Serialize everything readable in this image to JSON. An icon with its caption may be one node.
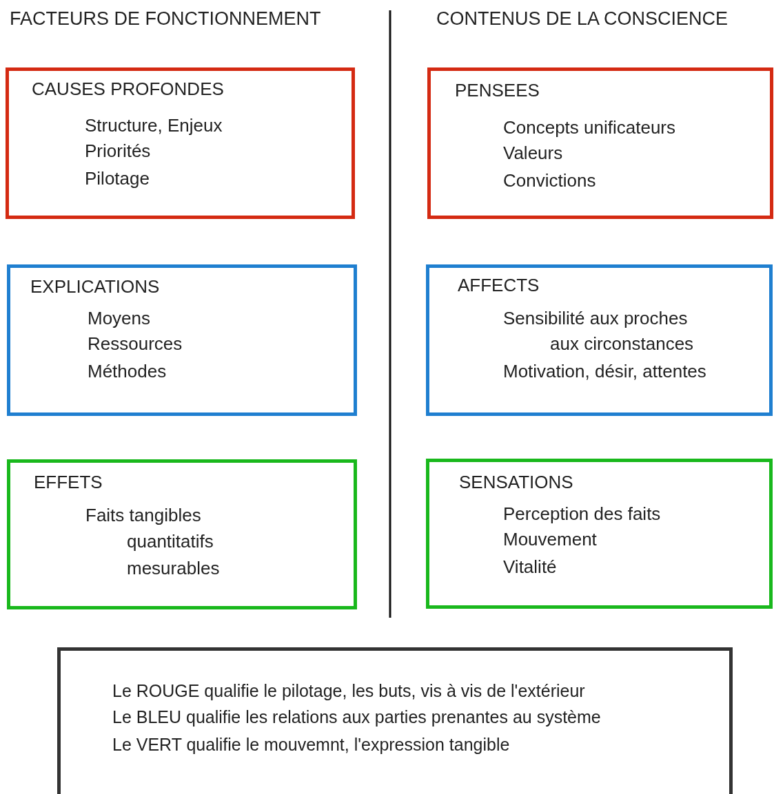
{
  "diagram": {
    "nodes": [
      {
        "text": [
          "CAUSES PROFONDES",
          "Structure, Enjeux",
          "Priorités",
          "Pilotage"
        ]
      },
      {
        "text": [
          "PENSEES",
          "Concepts unificateurs",
          "Valeurs",
          "Convictions"
        ]
      },
      {
        "text": [
          "EXPLICATIONS",
          "Moyens",
          "Ressources",
          "Méthodes"
        ]
      },
      {
        "text": [
          "AFFECTS",
          "Sensibilité aux proches",
          "aux circonstances",
          "Motivation, désir, attentes"
        ]
      },
      {
        "text": [
          "EFFETS",
          "Faits tangibles",
          "quantitatifs",
          "mesurables"
        ]
      },
      {
        "text": [
          "SENSATIONS",
          "Perception des faits",
          "Mouvement",
          "Vitalité"
        ]
      },
      {
        "text": [
          "Le ROUGE qualifie le pilotage, les buts,  vis à vis de l'extérieur",
          "Le BLEU qualifie les relations aux parties prenantes au système",
          "Le VERT qualifie le mouvemnt, l'expression tangible"
        ]
      }
    ],
    "labels": [
      "FACTEURS DE FONCTIONNEMENT",
      "CONTENUS DE LA CONSCIENCE"
    ]
  }
}
